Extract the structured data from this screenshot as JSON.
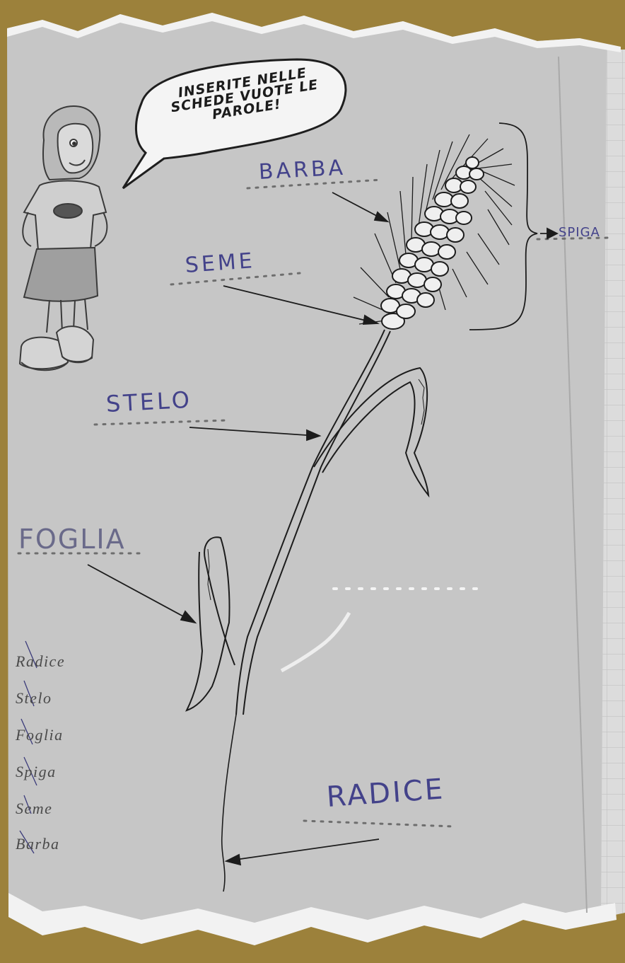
{
  "speech_bubble": {
    "line1": "INSERITE NELLE",
    "line2": "SCHEDE VUOTE LE",
    "line3": "PAROLE!"
  },
  "answers": {
    "barba": "BARBA",
    "seme": "SEME",
    "stelo": "STELO",
    "foglia": "FOGLIA",
    "spiga": "SPIGA",
    "radice": "RADICE"
  },
  "word_list": [
    "Radice",
    "Stelo",
    "Foglia",
    "Spiga",
    "Seme",
    "Barba"
  ],
  "colors": {
    "background": "#9c813b",
    "paper": "#c6c6c6",
    "ink": "#1c1c1c",
    "handwriting": "#43428a"
  }
}
